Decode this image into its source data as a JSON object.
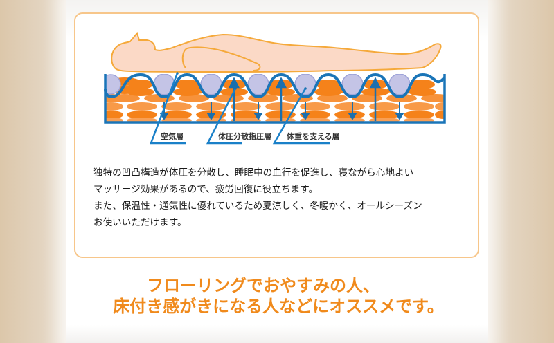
{
  "colors": {
    "accent_orange": "#f08a1c",
    "card_border": "#f7c68a",
    "mattress_blue": "#1a75b8",
    "air_circle": "#c4c4e6",
    "foam_orange": "#f5891c",
    "body_fill": "#fbd9c6",
    "body_outline": "#f5a93a"
  },
  "diagram": {
    "labels": {
      "air_layer": "空気層",
      "pressure_layer": "体圧分散指圧層",
      "support_layer": "体重を支える層"
    },
    "icons": [
      "sleeping-person-icon",
      "air-circle-icon",
      "arrow-up-icon",
      "arrow-down-icon"
    ]
  },
  "description": {
    "lines": [
      "独特の凹凸構造が体圧を分散し、睡眠中の血行を促進し、寝ながら心地よい",
      "マッサージ効果があるので、疲労回復に役立ちます。",
      "また、保温性・通気性に優れているため夏涼しく、冬暖かく、オールシーズン",
      "お使いいただけます。"
    ]
  },
  "headline": {
    "line1": "フローリングでおやすみの人、",
    "line2": "床付き感がきになる人などにオススメです。"
  }
}
